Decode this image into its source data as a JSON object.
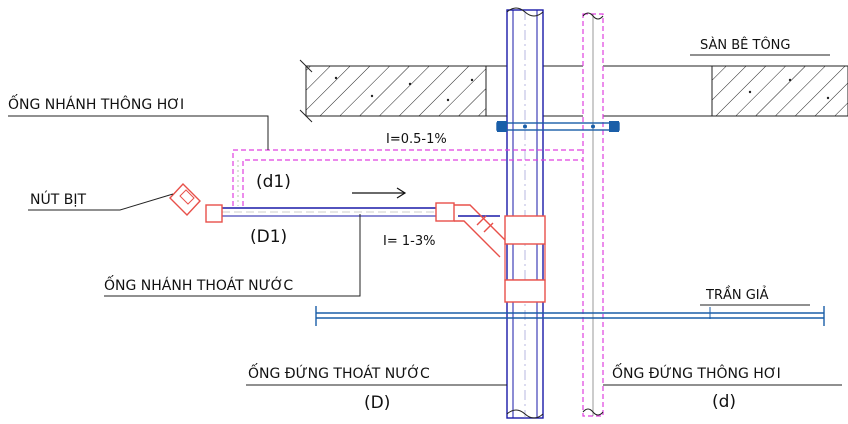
{
  "labels": {
    "slab": "SÀN BÊ TÔNG",
    "vent_branch": "ỐNG NHÁNH THÔNG HƠI",
    "slope_vent": "I=0.5-1%",
    "d1": "(d1)",
    "plug": "NÚT BỊT",
    "D1": "(D1)",
    "slope_drain": "I= 1-3%",
    "drain_branch": "ỐNG NHÁNH THOÁT NƯỚC",
    "ceiling": "TRẦN GIẢ",
    "drain_stack": "ỐNG ĐỨNG THOÁT NƯỚC",
    "D": "(D)",
    "vent_stack": "ỐNG ĐỨNG THÔNG HƠI",
    "d": "(d)"
  },
  "colors": {
    "drain_pipe": "#1a1aa8",
    "vent_pipe": "#e040e0",
    "fitting": "#e8504a",
    "ceiling": "#1a5ea8",
    "ink": "#111111"
  }
}
